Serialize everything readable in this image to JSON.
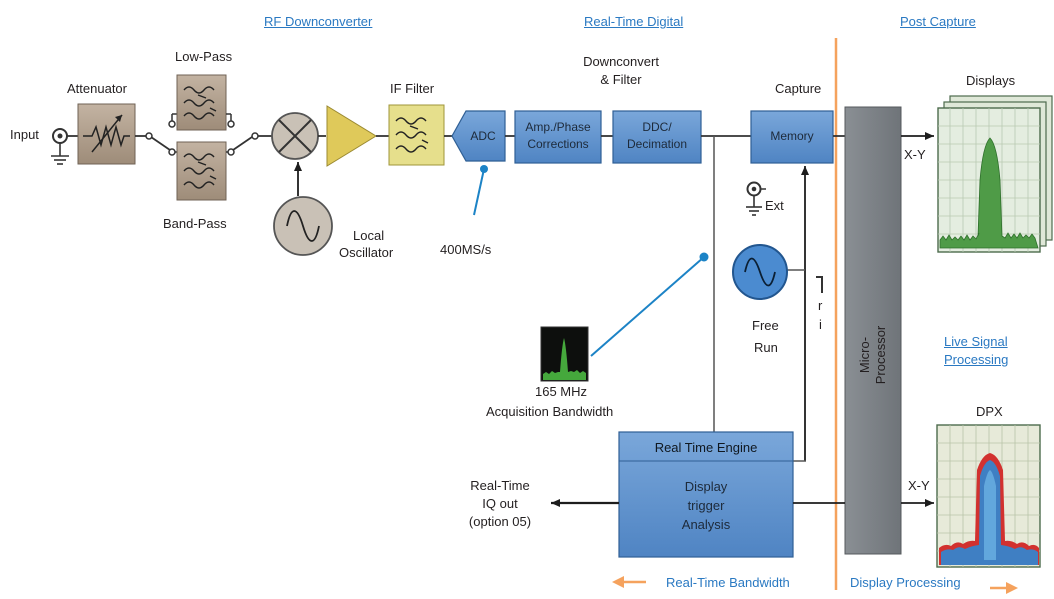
{
  "sections": {
    "rf_downconverter": "RF Downconverter",
    "realtime_digital": "Real-Time Digital",
    "post_capture": "Post Capture",
    "live_signal_1": "Live Signal",
    "live_signal_2": "Processing"
  },
  "labels": {
    "input": "Input",
    "attenuator": "Attenuator",
    "low_pass": "Low-Pass",
    "band_pass": "Band-Pass",
    "local": "Local",
    "oscillator": "Oscillator",
    "if_filter": "IF Filter",
    "adc": "ADC",
    "sample_rate": "400MS/s",
    "downconvert_1": "Downconvert",
    "downconvert_2": "& Filter",
    "amp_phase_1": "Amp./Phase",
    "amp_phase_2": "Corrections",
    "ddc_1": "DDC/",
    "ddc_2": "Decimation",
    "capture": "Capture",
    "memory": "Memory",
    "ext": "Ext",
    "free": "Free",
    "run": "Run",
    "trig_r": "r",
    "trig_i": "i",
    "bandwidth_value": "165 MHz",
    "bandwidth_label": "Acquisition Bandwidth",
    "micro": "Micro-",
    "processor": "Processor",
    "displays": "Displays",
    "dpx": "DPX",
    "xy_top": "X-Y",
    "xy_bottom": "X-Y",
    "rte_title": "Real Time Engine",
    "rte_line1": "Display",
    "rte_line2": "trigger",
    "rte_line3": "Analysis",
    "iq_1": "Real-Time",
    "iq_2": "IQ out",
    "iq_3": "(option 05)",
    "rt_bandwidth": "Real-Time Bandwidth",
    "display_processing": "Display Processing"
  },
  "colors": {
    "block_blue": "#5b8fcb",
    "block_border": "#2f5f95",
    "filter_tan": "#a69583",
    "if_yellow": "#e6df8c",
    "amp_yellow": "#dfc95a",
    "processor_gray": "#7f8489",
    "section_blue": "#2a79c2",
    "divider_orange": "#f5a25d",
    "spectrum_green": "#3a8a3a",
    "dpx_red": "#d2312f"
  }
}
